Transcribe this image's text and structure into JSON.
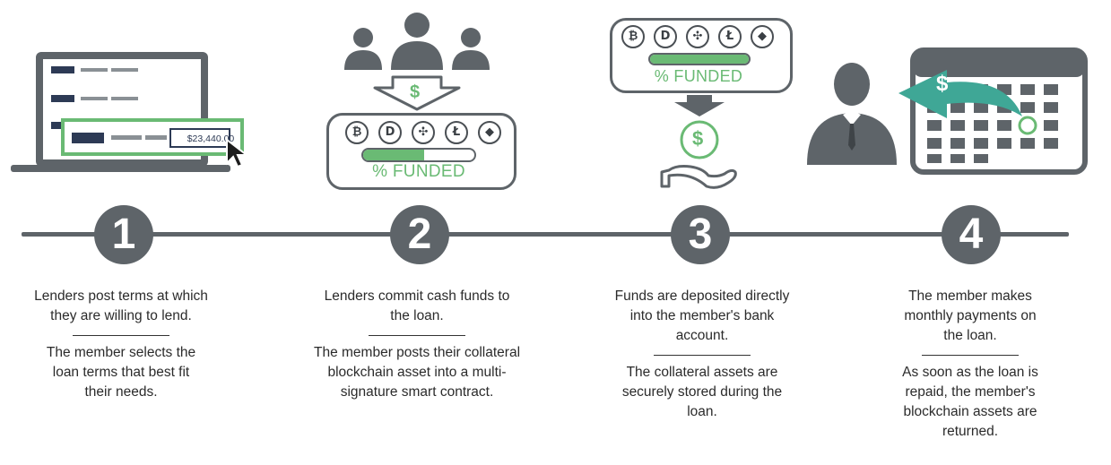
{
  "colors": {
    "dark": "#5e6469",
    "green": "#6aba74",
    "text": "#2b2b2b"
  },
  "laptop_amount": "$23,440.00",
  "dollar_symbol": "$",
  "funded_label": "% FUNDED",
  "funded_fraction": 0.55,
  "coins": [
    "bitcoin-icon",
    "dash-icon",
    "ripple-icon",
    "litecoin-icon",
    "ethereum-icon"
  ],
  "coin_glyphs": [
    "₿",
    "D",
    "✣",
    "Ł",
    "◆"
  ],
  "steps": [
    {
      "number": "1",
      "text_top": "Lenders post terms at which they are willing to lend.",
      "text_bottom": "The member selects the loan terms that best fit their needs."
    },
    {
      "number": "2",
      "text_top": "Lenders commit cash funds to the loan.",
      "text_bottom": "The member posts their collateral blockchain asset into a multi-signature smart contract."
    },
    {
      "number": "3",
      "text_top": "Funds are deposited directly into the member's bank account.",
      "text_bottom": "The collateral assets are securely stored during the loan."
    },
    {
      "number": "4",
      "text_top": "The member makes monthly payments on the loan.",
      "text_bottom": "As soon as the loan is repaid, the member's blockchain assets are returned."
    }
  ]
}
